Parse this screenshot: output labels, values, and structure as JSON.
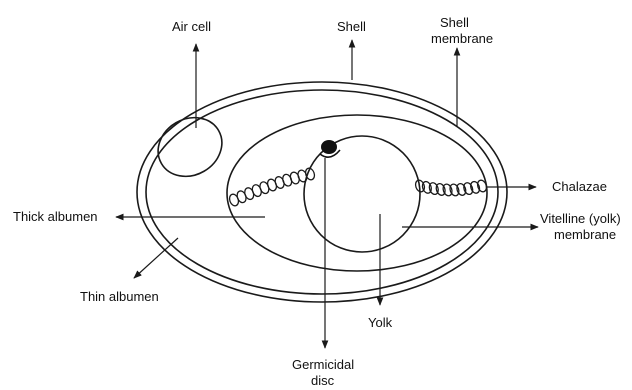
{
  "diagram": {
    "labels": {
      "air_cell": "Air cell",
      "shell": "Shell",
      "shell_membrane_1": "Shell",
      "shell_membrane_2": "membrane",
      "chalazae": "Chalazae",
      "thick_albumen": "Thick albumen",
      "vitelline_1": "Vitelline (yolk)",
      "vitelline_2": "membrane",
      "thin_albumen": "Thin albumen",
      "yolk": "Yolk",
      "germinal_1": "Germicidal",
      "germinal_2": "disc"
    },
    "colors": {
      "ink": "#1a1a1a",
      "background": "#ffffff"
    }
  }
}
